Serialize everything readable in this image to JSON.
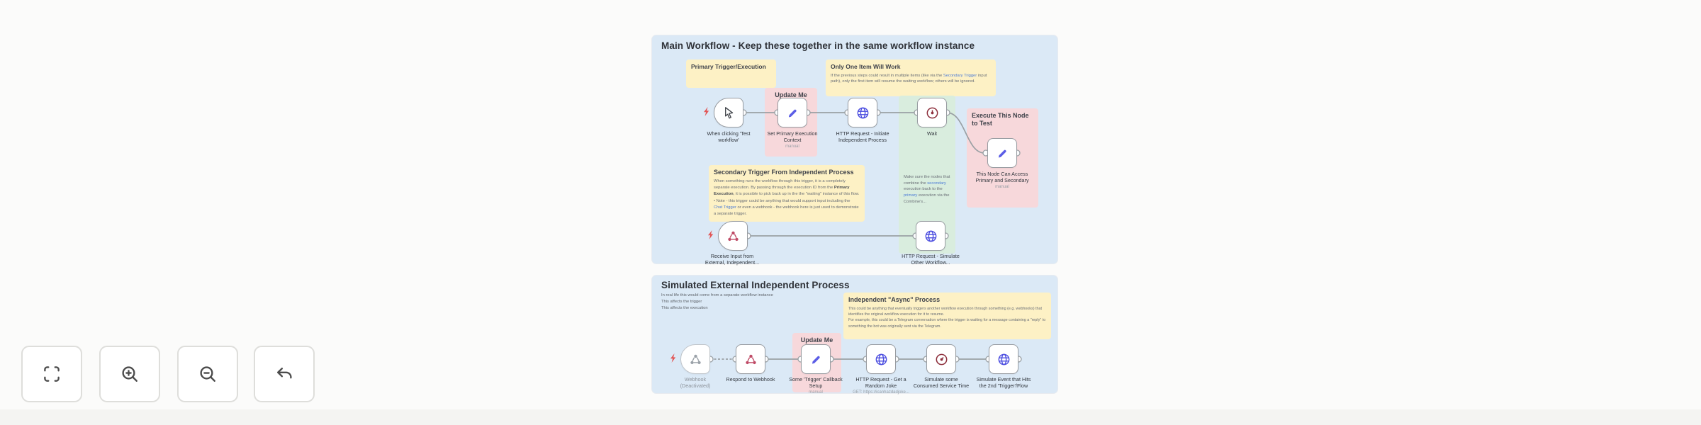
{
  "toolbar": {
    "buttons": [
      {
        "icon": "zoom-to-fit-icon"
      },
      {
        "icon": "zoom-in-icon"
      },
      {
        "icon": "zoom-out-icon"
      },
      {
        "icon": "undo-icon"
      }
    ]
  },
  "main": {
    "title": "Main Workflow - Keep these together in the same workflow instance",
    "note_primary": {
      "title": "Primary Trigger/Execution"
    },
    "note_only_one": {
      "title": "Only One Item Will Work",
      "body_1": "If the previous steps could result in multiple items (like via the ",
      "body_link": "Secondary Trigger",
      "body_2": " input path), only the first item will resume the waiting workflow; others will be ignored."
    },
    "note_update": {
      "title": "Update Me"
    },
    "note_secondary": {
      "title": "Secondary Trigger From Independent Process",
      "p1": "When something runs the workflow through this trigger, it is a completely separate execution. By passing through the execution ID from the ",
      "p_bold": "Primary Execution",
      "p2": ", it is possible to pick back up in the the \"waiting\" instance of this flow.",
      "bullet_1": "• Note - this trigger could be anything that would support input including the ",
      "bullet_link": "Chat Trigger",
      "bullet_2": " or even a webhook - the webhook here is just used to demonstrate a separate trigger."
    },
    "note_green": {
      "t1": "Make sure the nodes that combine the ",
      "link1": "secondary",
      "t2": " execution back to the ",
      "link2": "primary",
      "t3": " execution via the Combine's..."
    },
    "note_execute": {
      "title": "Execute This Node to Test"
    },
    "nodes": [
      {
        "icon": "cursor-icon",
        "label": "When clicking 'Test\nworkflow'"
      },
      {
        "icon": "pencil-icon",
        "label": "Set Primary Execution\nContext",
        "sub": "manual"
      },
      {
        "icon": "globe-icon",
        "label": "HTTP Request - Initiate\nIndependent Process"
      },
      {
        "icon": "clock-icon",
        "label": "Wait"
      },
      {
        "icon": "pencil-icon",
        "label": "This Node Can Access\nPrimary and Secondary",
        "sub": "manual"
      },
      {
        "icon": "webhook-icon",
        "label": "Receive Input from\nExternal, Independent..."
      },
      {
        "icon": "globe-icon",
        "label": "HTTP Request - Simulate\nOther Workflow..."
      }
    ]
  },
  "external": {
    "title": "Simulated External Independent Process",
    "subtitle": "In real life this would come from a separate workflow instance\nThis affects the trigger\nThis affects the execution",
    "note_async": {
      "title": "Independent \"Async\" Process",
      "body": "This could be anything that eventually triggers another workflow execution through something (e.g. webhooks) that identifies the original workflow execution for it to resume.\nFor example, this could be a Telegram conversation where the trigger is waiting for a message containing a \"reply\" to something the bot was originally sent via the Telegram."
    },
    "note_update": {
      "title": "Update Me"
    },
    "nodes": [
      {
        "icon": "webhook-icon",
        "label": "Webhook\n(Deactivated)"
      },
      {
        "icon": "webhook-icon",
        "label": "Respond to Webhook"
      },
      {
        "icon": "pencil-icon",
        "label": "Some 'Trigger' Callback\nSetup",
        "sub": "manual"
      },
      {
        "icon": "globe-icon",
        "label": "HTTP Request - Get a\nRandom Joke",
        "sub": "GET: https://icanhazdadjoke..."
      },
      {
        "icon": "clock-icon",
        "label": "Simulate some\nConsumed Service Time"
      },
      {
        "icon": "globe-icon",
        "label": "Simulate Event that Hits\nthe 2nd 'Trigger'/Flow"
      }
    ]
  },
  "colors": {
    "sticky_blue": "#dbe9f6",
    "sticky_yellow": "#fdf1c5",
    "sticky_pink": "#f7d8db",
    "sticky_green": "#d9edde",
    "icon_blue": "#4d4fe0",
    "icon_pencil": "#5b5de6",
    "icon_maroon": "#8d2f3c",
    "icon_webhook": "#bf4a66",
    "lightning_red": "#e25555",
    "link_blue": "#4d7cd6"
  }
}
